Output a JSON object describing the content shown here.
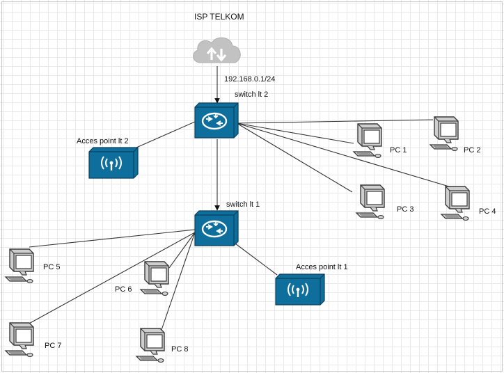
{
  "isp": {
    "label": "ISP TELKOM",
    "ip": "192.168.0.1/24"
  },
  "switches": {
    "s2": "switch lt 2",
    "s1": "switch lt 1"
  },
  "access_points": {
    "ap2": "Acces point lt 2",
    "ap1": "Acces point lt 1"
  },
  "pcs": {
    "pc1": "PC 1",
    "pc2": "PC 2",
    "pc3": "PC 3",
    "pc4": "PC 4",
    "pc5": "PC 5",
    "pc6": "PC 6",
    "pc7": "PC 7",
    "pc8": "PC 8"
  },
  "colors": {
    "device_blue": "#0e6e9c",
    "device_stroke": "#0a4f73",
    "cloud_gray": "#bfbfbf",
    "pc_gray": "#d4d4d4",
    "line": "#333333"
  },
  "icons": {
    "cloud": "cloud-updown-icon",
    "switch": "router-switch-icon",
    "access_point": "wireless-access-point-icon",
    "pc": "desktop-computer-icon"
  }
}
